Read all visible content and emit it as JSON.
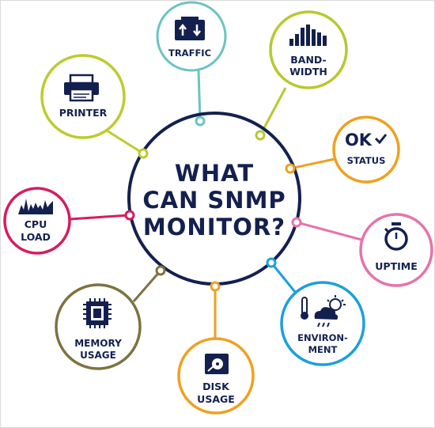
{
  "center": {
    "lines": [
      "WHAT",
      "CAN SNMP",
      "MONITOR?"
    ],
    "ring_color": "#13204f"
  },
  "nodes": [
    {
      "id": "traffic",
      "lines": [
        "TRAFFIC"
      ],
      "color": "#6cc3c3",
      "icon": "traffic-icon"
    },
    {
      "id": "bandwidth",
      "lines": [
        "BAND-",
        "WIDTH"
      ],
      "color": "#b6c92f",
      "icon": "bandwidth-icon"
    },
    {
      "id": "status",
      "lines": [
        "OK",
        "STATUS"
      ],
      "color": "#f0a020",
      "icon": "checkmark-icon"
    },
    {
      "id": "uptime",
      "lines": [
        "UPTIME"
      ],
      "color": "#e673ab",
      "icon": "stopwatch-icon"
    },
    {
      "id": "environment",
      "lines": [
        "ENVIRON-",
        "MENT"
      ],
      "color": "#1ca0db",
      "icon": "weather-icon"
    },
    {
      "id": "disk",
      "lines": [
        "DISK",
        "USAGE"
      ],
      "color": "#f0a020",
      "icon": "hard-disk-icon"
    },
    {
      "id": "memory",
      "lines": [
        "MEMORY",
        "USAGE"
      ],
      "color": "#7d7340",
      "icon": "chip-icon"
    },
    {
      "id": "cpu",
      "lines": [
        "CPU",
        "LOAD"
      ],
      "color": "#d81b60",
      "icon": "cpu-graph-icon"
    },
    {
      "id": "printer",
      "lines": [
        "PRINTER"
      ],
      "color": "#bccc2e",
      "icon": "printer-icon"
    }
  ]
}
